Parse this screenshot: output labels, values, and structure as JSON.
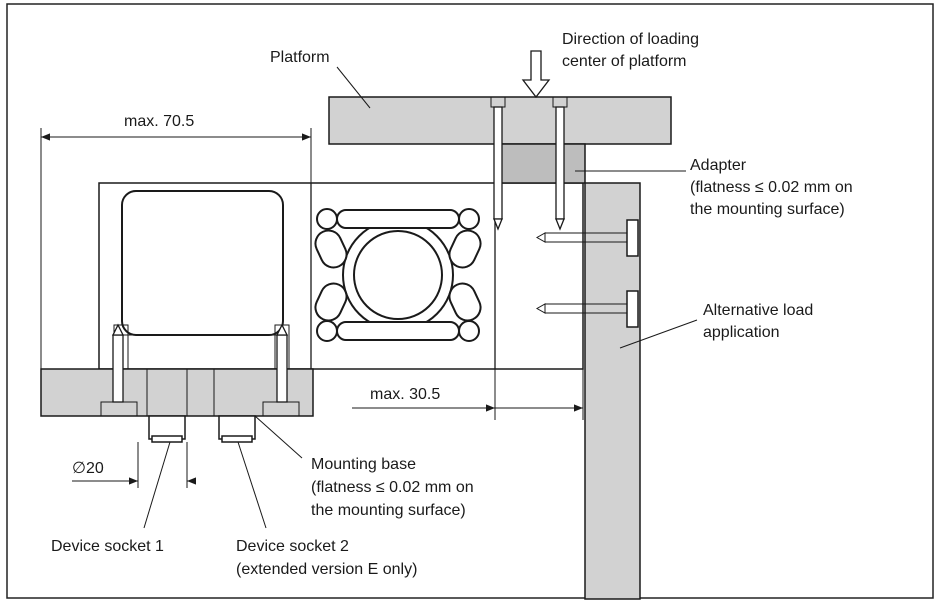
{
  "labels": {
    "platform": "Platform",
    "direction_line1": "Direction of loading",
    "direction_line2": "center of platform",
    "max_width": "max. 70.5",
    "adapter_line1": "Adapter",
    "adapter_line2": "(flatness ≤ 0.02 mm on",
    "adapter_line3": "the mounting surface)",
    "alt_load_line1": "Alternative load",
    "alt_load_line2": "application",
    "max_offset": "max. 30.5",
    "diameter": "∅20",
    "mounting_line1": "Mounting base",
    "mounting_line2": "(flatness ≤ 0.02 mm on",
    "mounting_line3": "the mounting surface)",
    "socket1": "Device socket 1",
    "socket2_line1": "Device socket 2",
    "socket2_line2": "(extended version E only)"
  },
  "colors": {
    "part_fill": "#d2d2d2",
    "adapter_fill": "#bdbdbd",
    "line": "#1a1a1a",
    "background": "#ffffff"
  }
}
